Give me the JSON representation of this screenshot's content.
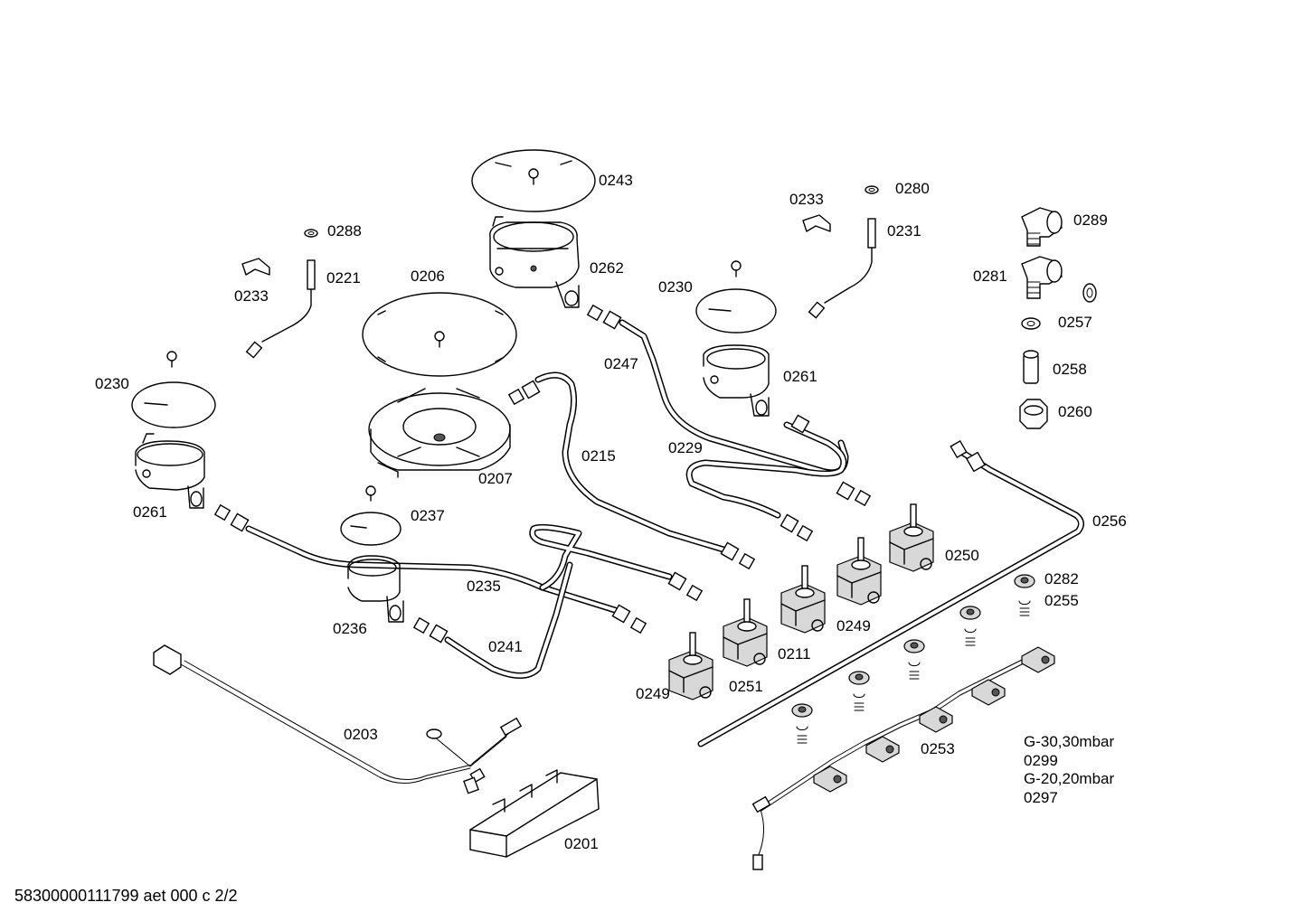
{
  "labels": {
    "l0243": "0243",
    "l0233a": "0233",
    "l0280": "0280",
    "l0289": "0289",
    "l0288": "0288",
    "l0231": "0231",
    "l0206": "0206",
    "l0262": "0262",
    "l0221": "0221",
    "l0233b": "0233",
    "l0281": "0281",
    "l0230a": "0230",
    "l0257": "0257",
    "l0247": "0247",
    "l0261a": "0261",
    "l0258": "0258",
    "l0230b": "0230",
    "l0260": "0260",
    "l0229": "0229",
    "l0215": "0215",
    "l0207": "0207",
    "l0261b": "0261",
    "l0237": "0237",
    "l0256": "0256",
    "l0250": "0250",
    "l0282": "0282",
    "l0235": "0235",
    "l0255": "0255",
    "l0249a": "0249",
    "l0236": "0236",
    "l0211": "0211",
    "l0241": "0241",
    "l0251": "0251",
    "l0249b": "0249",
    "l0203": "0203",
    "l0253": "0253",
    "l0201": "0201"
  },
  "gas_note": {
    "line1": "G-30,30mbar",
    "line2": "0299",
    "line3": "G-20,20mbar",
    "line4": "0297"
  },
  "footer": "58300000111799 aet 000 c 2/2"
}
